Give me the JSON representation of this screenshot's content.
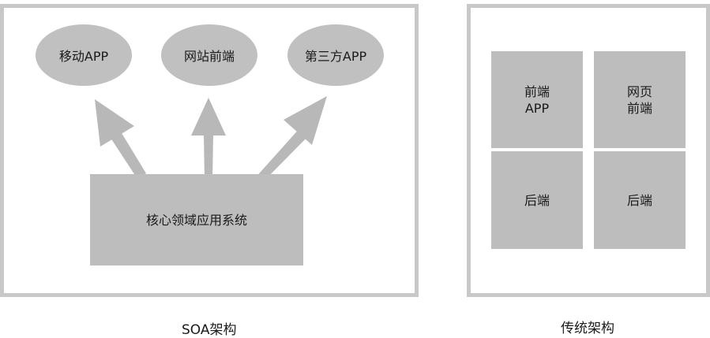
{
  "soa": {
    "clients": [
      "移动APP",
      "网站前端",
      "第三方APP"
    ],
    "core": "核心领域应用系统",
    "caption": "SOA架构"
  },
  "traditional": {
    "cells": [
      "前端\nAPP",
      "网页\n前端",
      "后端",
      "后端"
    ],
    "caption": "传统架构"
  },
  "colors": {
    "frame": "#c8c8c8",
    "shape": "#bdbdbd",
    "arrow": "#b8b8b8"
  }
}
